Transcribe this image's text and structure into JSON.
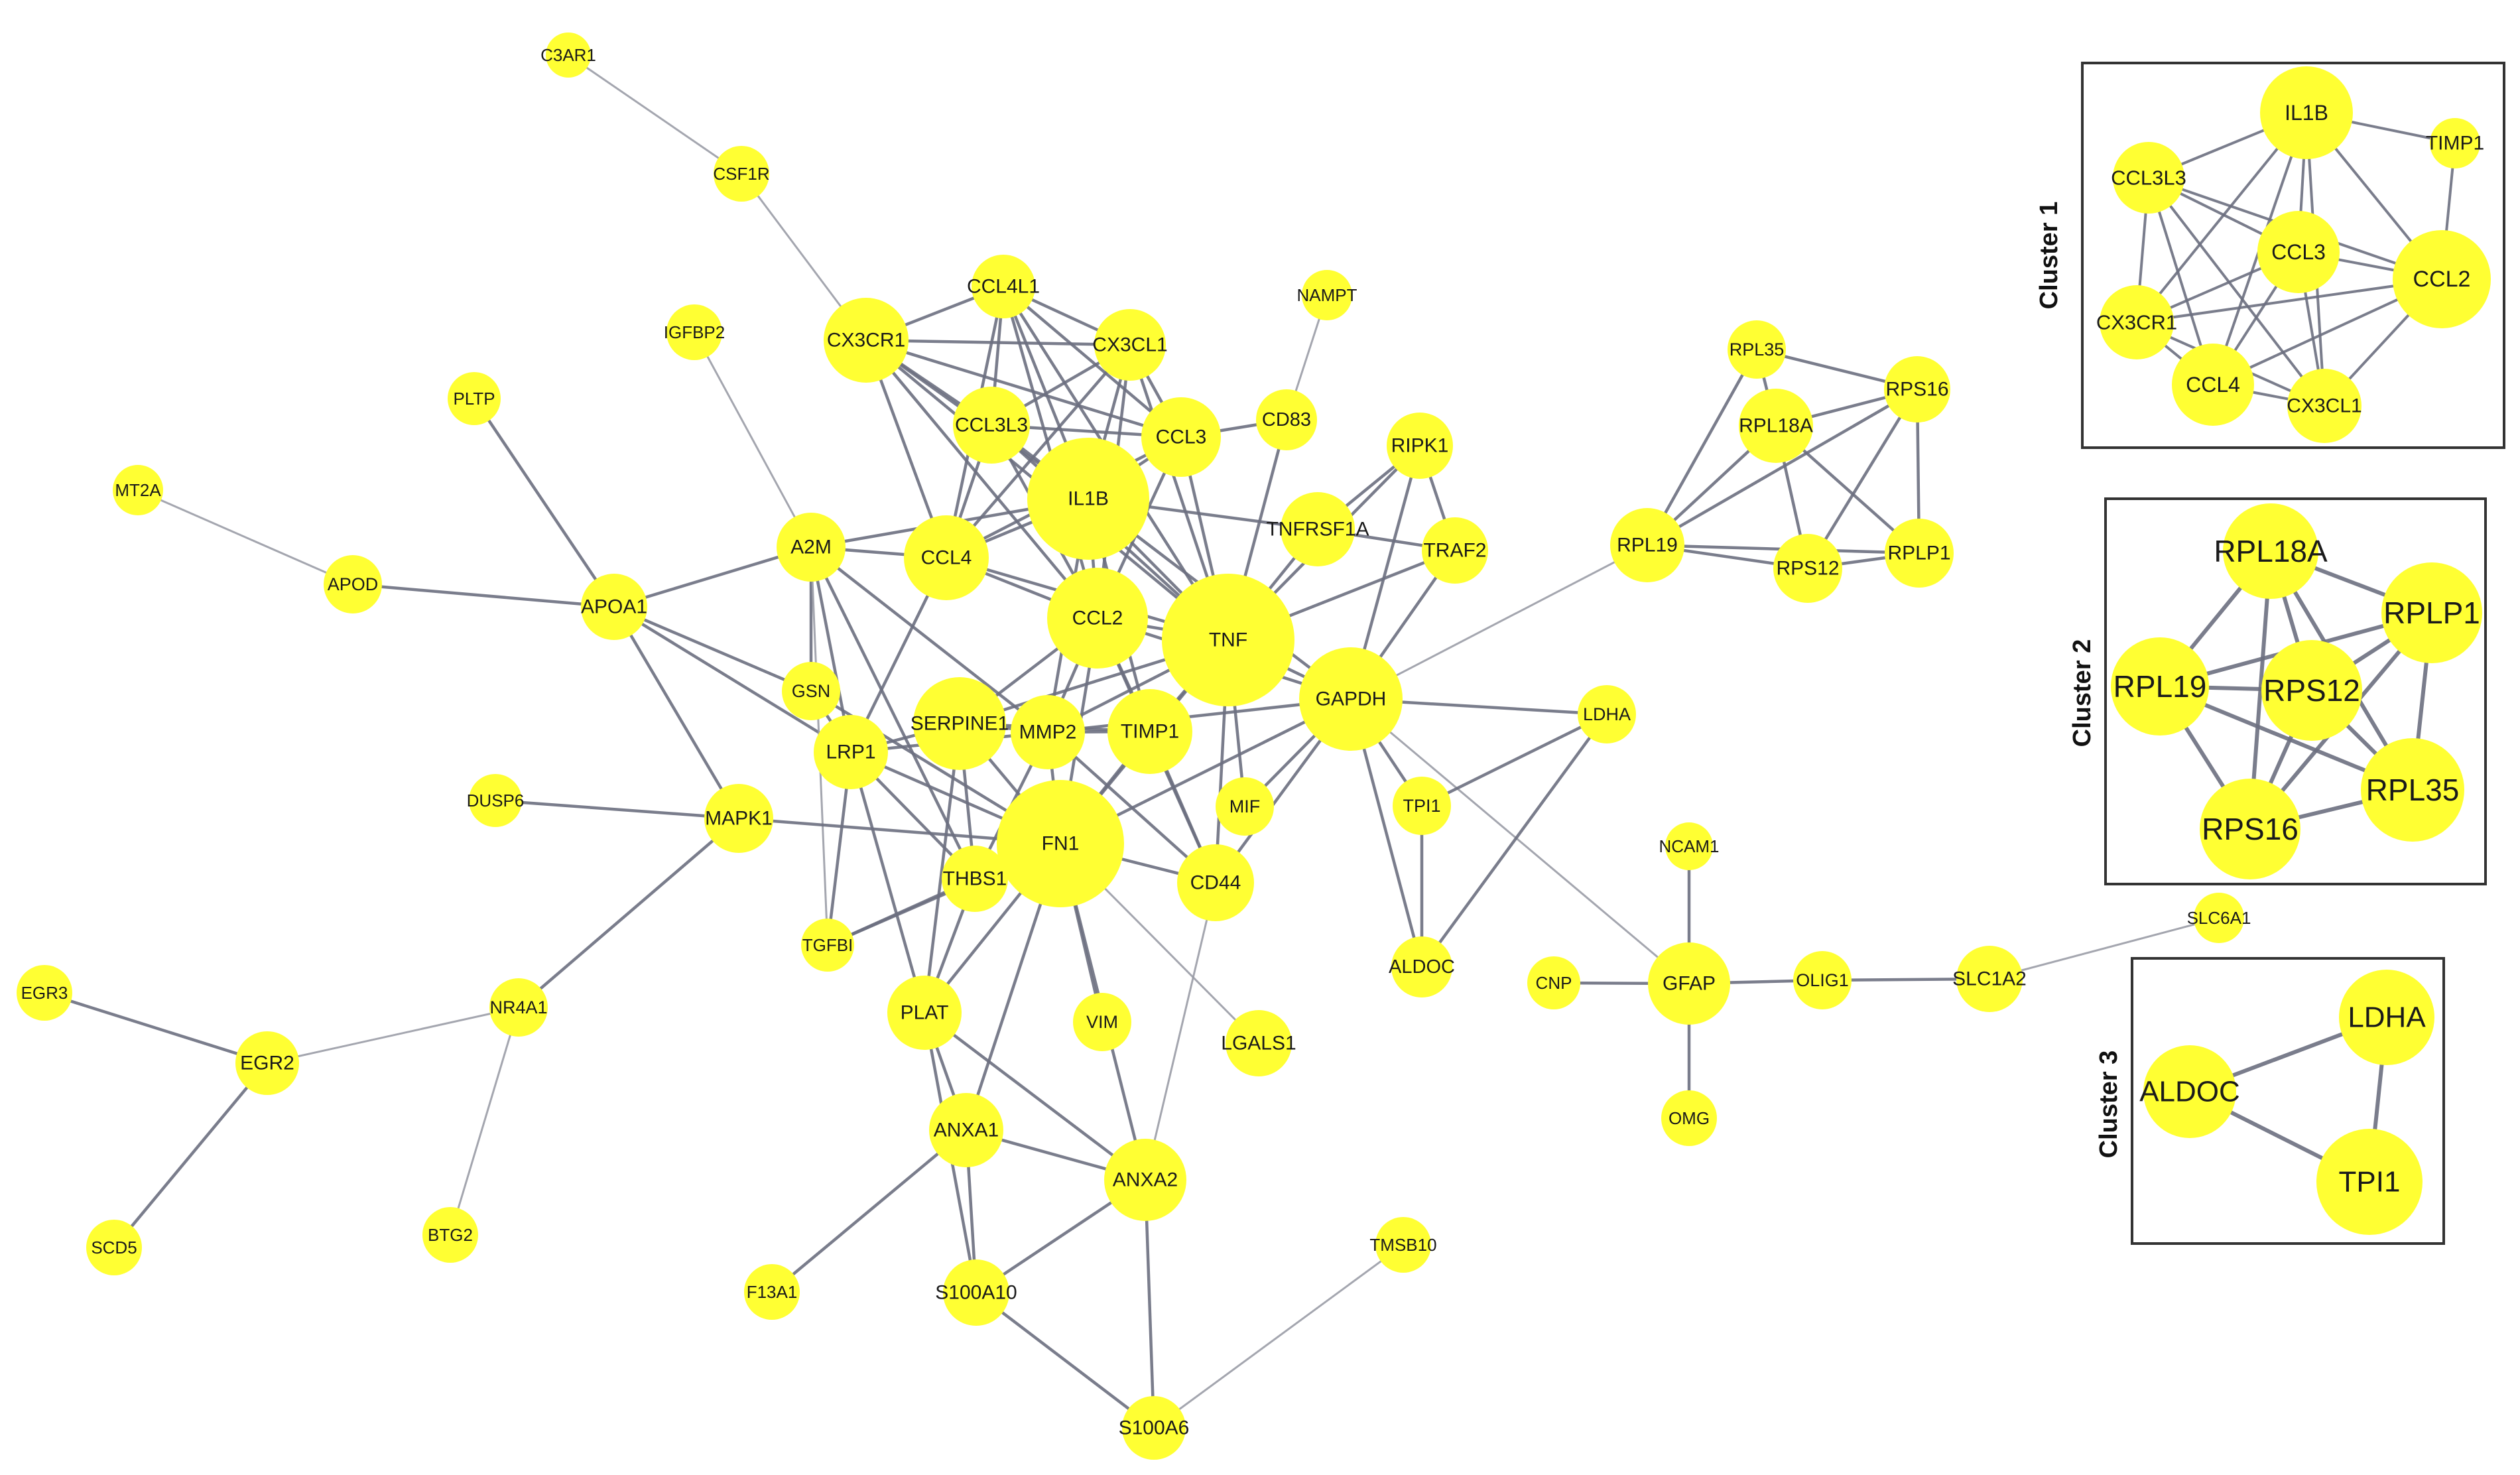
{
  "colors": {
    "node": "#ffff33",
    "edge": "#6b6f80",
    "edge_light": "#9a9ca6",
    "frame": "#333333"
  },
  "network": {
    "nodes": [
      {
        "id": "C3AR1"
      },
      {
        "id": "CSF1R"
      },
      {
        "id": "CX3CR1"
      },
      {
        "id": "CCL4L1"
      },
      {
        "id": "CX3CL1"
      },
      {
        "id": "NAMPT"
      },
      {
        "id": "IGFBP2"
      },
      {
        "id": "PLTP"
      },
      {
        "id": "MT2A"
      },
      {
        "id": "APOD"
      },
      {
        "id": "APOA1"
      },
      {
        "id": "A2M"
      },
      {
        "id": "CCL3L3"
      },
      {
        "id": "CCL3"
      },
      {
        "id": "CD83"
      },
      {
        "id": "RIPK1"
      },
      {
        "id": "IL1B"
      },
      {
        "id": "CCL4"
      },
      {
        "id": "TNFRSF1A"
      },
      {
        "id": "TRAF2"
      },
      {
        "id": "CCL2"
      },
      {
        "id": "TNF"
      },
      {
        "id": "GAPDH"
      },
      {
        "id": "GSN"
      },
      {
        "id": "SERPINE1"
      },
      {
        "id": "MMP2"
      },
      {
        "id": "TIMP1"
      },
      {
        "id": "LRP1"
      },
      {
        "id": "MIF"
      },
      {
        "id": "TPI1"
      },
      {
        "id": "LDHA"
      },
      {
        "id": "DUSP6"
      },
      {
        "id": "MAPK1"
      },
      {
        "id": "FN1"
      },
      {
        "id": "THBS1"
      },
      {
        "id": "CD44"
      },
      {
        "id": "TGFBI"
      },
      {
        "id": "ALDOC"
      },
      {
        "id": "NCAM1"
      },
      {
        "id": "EGR3"
      },
      {
        "id": "NR4A1"
      },
      {
        "id": "EGR2"
      },
      {
        "id": "PLAT"
      },
      {
        "id": "VIM"
      },
      {
        "id": "LGALS1"
      },
      {
        "id": "CNP"
      },
      {
        "id": "GFAP"
      },
      {
        "id": "OLIG1"
      },
      {
        "id": "SLC1A2"
      },
      {
        "id": "SLC6A1"
      },
      {
        "id": "OMG"
      },
      {
        "id": "ANXA1"
      },
      {
        "id": "ANXA2"
      },
      {
        "id": "SCD5"
      },
      {
        "id": "BTG2"
      },
      {
        "id": "F13A1"
      },
      {
        "id": "S100A10"
      },
      {
        "id": "TMSB10"
      },
      {
        "id": "S100A6"
      },
      {
        "id": "RPL35"
      },
      {
        "id": "RPS16"
      },
      {
        "id": "RPL18A"
      },
      {
        "id": "RPL19"
      },
      {
        "id": "RPS12"
      },
      {
        "id": "RPLP1"
      }
    ],
    "edges": [
      [
        "C3AR1",
        "CSF1R"
      ],
      [
        "CSF1R",
        "CX3CR1"
      ],
      [
        "CX3CR1",
        "CCL4L1"
      ],
      [
        "CX3CR1",
        "CX3CL1"
      ],
      [
        "CX3CR1",
        "CCL3L3"
      ],
      [
        "CX3CR1",
        "CCL3"
      ],
      [
        "CX3CR1",
        "IL1B"
      ],
      [
        "CX3CR1",
        "CCL4"
      ],
      [
        "CX3CR1",
        "CCL2"
      ],
      [
        "CX3CR1",
        "TNF"
      ],
      [
        "CCL4L1",
        "CX3CL1"
      ],
      [
        "CCL4L1",
        "CCL3L3"
      ],
      [
        "CCL4L1",
        "IL1B"
      ],
      [
        "CCL4L1",
        "CCL3"
      ],
      [
        "CCL4L1",
        "CCL4"
      ],
      [
        "CCL4L1",
        "TNF"
      ],
      [
        "CCL4L1",
        "CCL2"
      ],
      [
        "CX3CL1",
        "CCL3L3"
      ],
      [
        "CX3CL1",
        "CCL3"
      ],
      [
        "CX3CL1",
        "IL1B"
      ],
      [
        "CX3CL1",
        "CCL4"
      ],
      [
        "CX3CL1",
        "CCL2"
      ],
      [
        "CX3CL1",
        "TNF"
      ],
      [
        "CCL3L3",
        "CCL3"
      ],
      [
        "CCL3L3",
        "IL1B"
      ],
      [
        "CCL3L3",
        "CCL4"
      ],
      [
        "CCL3L3",
        "CCL2"
      ],
      [
        "CCL3L3",
        "TNF"
      ],
      [
        "CCL3",
        "IL1B"
      ],
      [
        "CCL3",
        "CCL4"
      ],
      [
        "CCL3",
        "CCL2"
      ],
      [
        "CCL3",
        "TNF"
      ],
      [
        "CCL3",
        "CD83"
      ],
      [
        "IL1B",
        "CCL4"
      ],
      [
        "IL1B",
        "CCL2"
      ],
      [
        "IL1B",
        "TNF"
      ],
      [
        "IL1B",
        "TNFRSF1A"
      ],
      [
        "IL1B",
        "TIMP1"
      ],
      [
        "IL1B",
        "GAPDH"
      ],
      [
        "IL1B",
        "MMP2"
      ],
      [
        "IL1B",
        "A2M"
      ],
      [
        "CCL4",
        "CCL2"
      ],
      [
        "CCL4",
        "TNF"
      ],
      [
        "CCL4",
        "A2M"
      ],
      [
        "CCL4",
        "LRP1"
      ],
      [
        "CCL2",
        "TNF"
      ],
      [
        "CCL2",
        "SERPINE1"
      ],
      [
        "CCL2",
        "MMP2"
      ],
      [
        "CCL2",
        "TIMP1"
      ],
      [
        "CCL2",
        "FN1"
      ],
      [
        "CCL2",
        "CD44"
      ],
      [
        "CCL2",
        "GAPDH"
      ],
      [
        "TNF",
        "TNFRSF1A"
      ],
      [
        "TNF",
        "TRAF2"
      ],
      [
        "TNF",
        "RIPK1"
      ],
      [
        "TNF",
        "GAPDH"
      ],
      [
        "TNF",
        "TIMP1"
      ],
      [
        "TNF",
        "MMP2"
      ],
      [
        "TNF",
        "FN1"
      ],
      [
        "TNF",
        "CD44"
      ],
      [
        "TNF",
        "MIF"
      ],
      [
        "TNF",
        "SERPINE1"
      ],
      [
        "TNF",
        "CD83"
      ],
      [
        "RIPK1",
        "TRAF2"
      ],
      [
        "RIPK1",
        "TNFRSF1A"
      ],
      [
        "RIPK1",
        "GAPDH"
      ],
      [
        "TNFRSF1A",
        "TRAF2"
      ],
      [
        "TRAF2",
        "GAPDH"
      ],
      [
        "NAMPT",
        "CD83"
      ],
      [
        "IGFBP2",
        "A2M"
      ],
      [
        "PLTP",
        "APOA1"
      ],
      [
        "MT2A",
        "APOD"
      ],
      [
        "APOD",
        "APOA1"
      ],
      [
        "APOA1",
        "A2M"
      ],
      [
        "APOA1",
        "GSN"
      ],
      [
        "APOA1",
        "LRP1"
      ],
      [
        "APOA1",
        "MAPK1"
      ],
      [
        "A2M",
        "GSN"
      ],
      [
        "A2M",
        "LRP1"
      ],
      [
        "A2M",
        "MMP2"
      ],
      [
        "A2M",
        "THBS1"
      ],
      [
        "A2M",
        "TGFBI"
      ],
      [
        "GSN",
        "FN1"
      ],
      [
        "GSN",
        "LRP1"
      ],
      [
        "SERPINE1",
        "MMP2"
      ],
      [
        "SERPINE1",
        "FN1"
      ],
      [
        "SERPINE1",
        "LRP1"
      ],
      [
        "SERPINE1",
        "THBS1"
      ],
      [
        "SERPINE1",
        "PLAT"
      ],
      [
        "SERPINE1",
        "TIMP1"
      ],
      [
        "MMP2",
        "TIMP1"
      ],
      [
        "MMP2",
        "FN1"
      ],
      [
        "MMP2",
        "CD44"
      ],
      [
        "MMP2",
        "LRP1"
      ],
      [
        "MMP2",
        "THBS1"
      ],
      [
        "MMP2",
        "GAPDH"
      ],
      [
        "TIMP1",
        "FN1"
      ],
      [
        "TIMP1",
        "CD44"
      ],
      [
        "LRP1",
        "FN1"
      ],
      [
        "LRP1",
        "THBS1"
      ],
      [
        "LRP1",
        "PLAT"
      ],
      [
        "LRP1",
        "TGFBI"
      ],
      [
        "GAPDH",
        "FN1"
      ],
      [
        "GAPDH",
        "CD44"
      ],
      [
        "GAPDH",
        "MIF"
      ],
      [
        "GAPDH",
        "TPI1"
      ],
      [
        "GAPDH",
        "LDHA"
      ],
      [
        "GAPDH",
        "ALDOC"
      ],
      [
        "GAPDH",
        "GFAP"
      ],
      [
        "GAPDH",
        "RPL19"
      ],
      [
        "TPI1",
        "LDHA"
      ],
      [
        "TPI1",
        "ALDOC"
      ],
      [
        "LDHA",
        "ALDOC"
      ],
      [
        "DUSP6",
        "MAPK1"
      ],
      [
        "MAPK1",
        "FN1"
      ],
      [
        "MAPK1",
        "NR4A1"
      ],
      [
        "FN1",
        "THBS1"
      ],
      [
        "FN1",
        "CD44"
      ],
      [
        "FN1",
        "PLAT"
      ],
      [
        "FN1",
        "VIM"
      ],
      [
        "FN1",
        "LGALS1"
      ],
      [
        "FN1",
        "ANXA1"
      ],
      [
        "FN1",
        "ANXA2"
      ],
      [
        "FN1",
        "TGFBI"
      ],
      [
        "THBS1",
        "TGFBI"
      ],
      [
        "THBS1",
        "PLAT"
      ],
      [
        "CD44",
        "ANXA2"
      ],
      [
        "NR4A1",
        "EGR2"
      ],
      [
        "NR4A1",
        "BTG2"
      ],
      [
        "EGR3",
        "EGR2"
      ],
      [
        "EGR2",
        "SCD5"
      ],
      [
        "PLAT",
        "ANXA1"
      ],
      [
        "PLAT",
        "ANXA2"
      ],
      [
        "PLAT",
        "S100A10"
      ],
      [
        "ANXA1",
        "ANXA2"
      ],
      [
        "ANXA1",
        "S100A10"
      ],
      [
        "ANXA1",
        "F13A1"
      ],
      [
        "ANXA2",
        "S100A10"
      ],
      [
        "ANXA2",
        "S100A6"
      ],
      [
        "S100A10",
        "S100A6"
      ],
      [
        "TMSB10",
        "S100A6"
      ],
      [
        "GFAP",
        "NCAM1"
      ],
      [
        "GFAP",
        "CNP"
      ],
      [
        "GFAP",
        "OLIG1"
      ],
      [
        "GFAP",
        "OMG"
      ],
      [
        "OLIG1",
        "SLC1A2"
      ],
      [
        "SLC1A2",
        "SLC6A1"
      ],
      [
        "RPL35",
        "RPS16"
      ],
      [
        "RPL35",
        "RPL18A"
      ],
      [
        "RPL35",
        "RPL19"
      ],
      [
        "RPS16",
        "RPL18A"
      ],
      [
        "RPS16",
        "RPL19"
      ],
      [
        "RPS16",
        "RPLP1"
      ],
      [
        "RPS16",
        "RPS12"
      ],
      [
        "RPL18A",
        "RPL19"
      ],
      [
        "RPL18A",
        "RPS12"
      ],
      [
        "RPL18A",
        "RPLP1"
      ],
      [
        "RPL19",
        "RPS12"
      ],
      [
        "RPL19",
        "RPLP1"
      ],
      [
        "RPS12",
        "RPLP1"
      ]
    ]
  },
  "clusters": [
    {
      "title": "Cluster 1",
      "nodes": [
        {
          "id": "IL1B"
        },
        {
          "id": "TIMP1"
        },
        {
          "id": "CCL3L3"
        },
        {
          "id": "CCL3"
        },
        {
          "id": "CCL2"
        },
        {
          "id": "CX3CR1"
        },
        {
          "id": "CCL4"
        },
        {
          "id": "CX3CL1"
        }
      ],
      "edges": [
        [
          "IL1B",
          "TIMP1"
        ],
        [
          "IL1B",
          "CCL3L3"
        ],
        [
          "IL1B",
          "CCL3"
        ],
        [
          "IL1B",
          "CCL2"
        ],
        [
          "IL1B",
          "CX3CR1"
        ],
        [
          "IL1B",
          "CCL4"
        ],
        [
          "IL1B",
          "CX3CL1"
        ],
        [
          "TIMP1",
          "CCL2"
        ],
        [
          "CCL3L3",
          "CCL3"
        ],
        [
          "CCL3L3",
          "CX3CR1"
        ],
        [
          "CCL3L3",
          "CCL4"
        ],
        [
          "CCL3L3",
          "CX3CL1"
        ],
        [
          "CCL3L3",
          "CCL2"
        ],
        [
          "CCL3",
          "CCL2"
        ],
        [
          "CCL3",
          "CX3CR1"
        ],
        [
          "CCL3",
          "CCL4"
        ],
        [
          "CCL3",
          "CX3CL1"
        ],
        [
          "CCL2",
          "CX3CR1"
        ],
        [
          "CCL2",
          "CCL4"
        ],
        [
          "CCL2",
          "CX3CL1"
        ],
        [
          "CX3CR1",
          "CCL4"
        ],
        [
          "CX3CR1",
          "CX3CL1"
        ],
        [
          "CCL4",
          "CX3CL1"
        ]
      ]
    },
    {
      "title": "Cluster 2",
      "nodes": [
        {
          "id": "RPL18A"
        },
        {
          "id": "RPLP1"
        },
        {
          "id": "RPL19"
        },
        {
          "id": "RPS12"
        },
        {
          "id": "RPL35"
        },
        {
          "id": "RPS16"
        }
      ],
      "edges": [
        [
          "RPL18A",
          "RPLP1"
        ],
        [
          "RPL18A",
          "RPL19"
        ],
        [
          "RPL18A",
          "RPS12"
        ],
        [
          "RPL18A",
          "RPL35"
        ],
        [
          "RPL18A",
          "RPS16"
        ],
        [
          "RPLP1",
          "RPL19"
        ],
        [
          "RPLP1",
          "RPS12"
        ],
        [
          "RPLP1",
          "RPL35"
        ],
        [
          "RPLP1",
          "RPS16"
        ],
        [
          "RPL19",
          "RPS12"
        ],
        [
          "RPL19",
          "RPL35"
        ],
        [
          "RPL19",
          "RPS16"
        ],
        [
          "RPS12",
          "RPL35"
        ],
        [
          "RPS12",
          "RPS16"
        ],
        [
          "RPL35",
          "RPS16"
        ]
      ]
    },
    {
      "title": "Cluster 3",
      "nodes": [
        {
          "id": "LDHA"
        },
        {
          "id": "ALDOC"
        },
        {
          "id": "TPI1"
        }
      ],
      "edges": [
        [
          "LDHA",
          "ALDOC"
        ],
        [
          "LDHA",
          "TPI1"
        ],
        [
          "ALDOC",
          "TPI1"
        ]
      ]
    }
  ]
}
